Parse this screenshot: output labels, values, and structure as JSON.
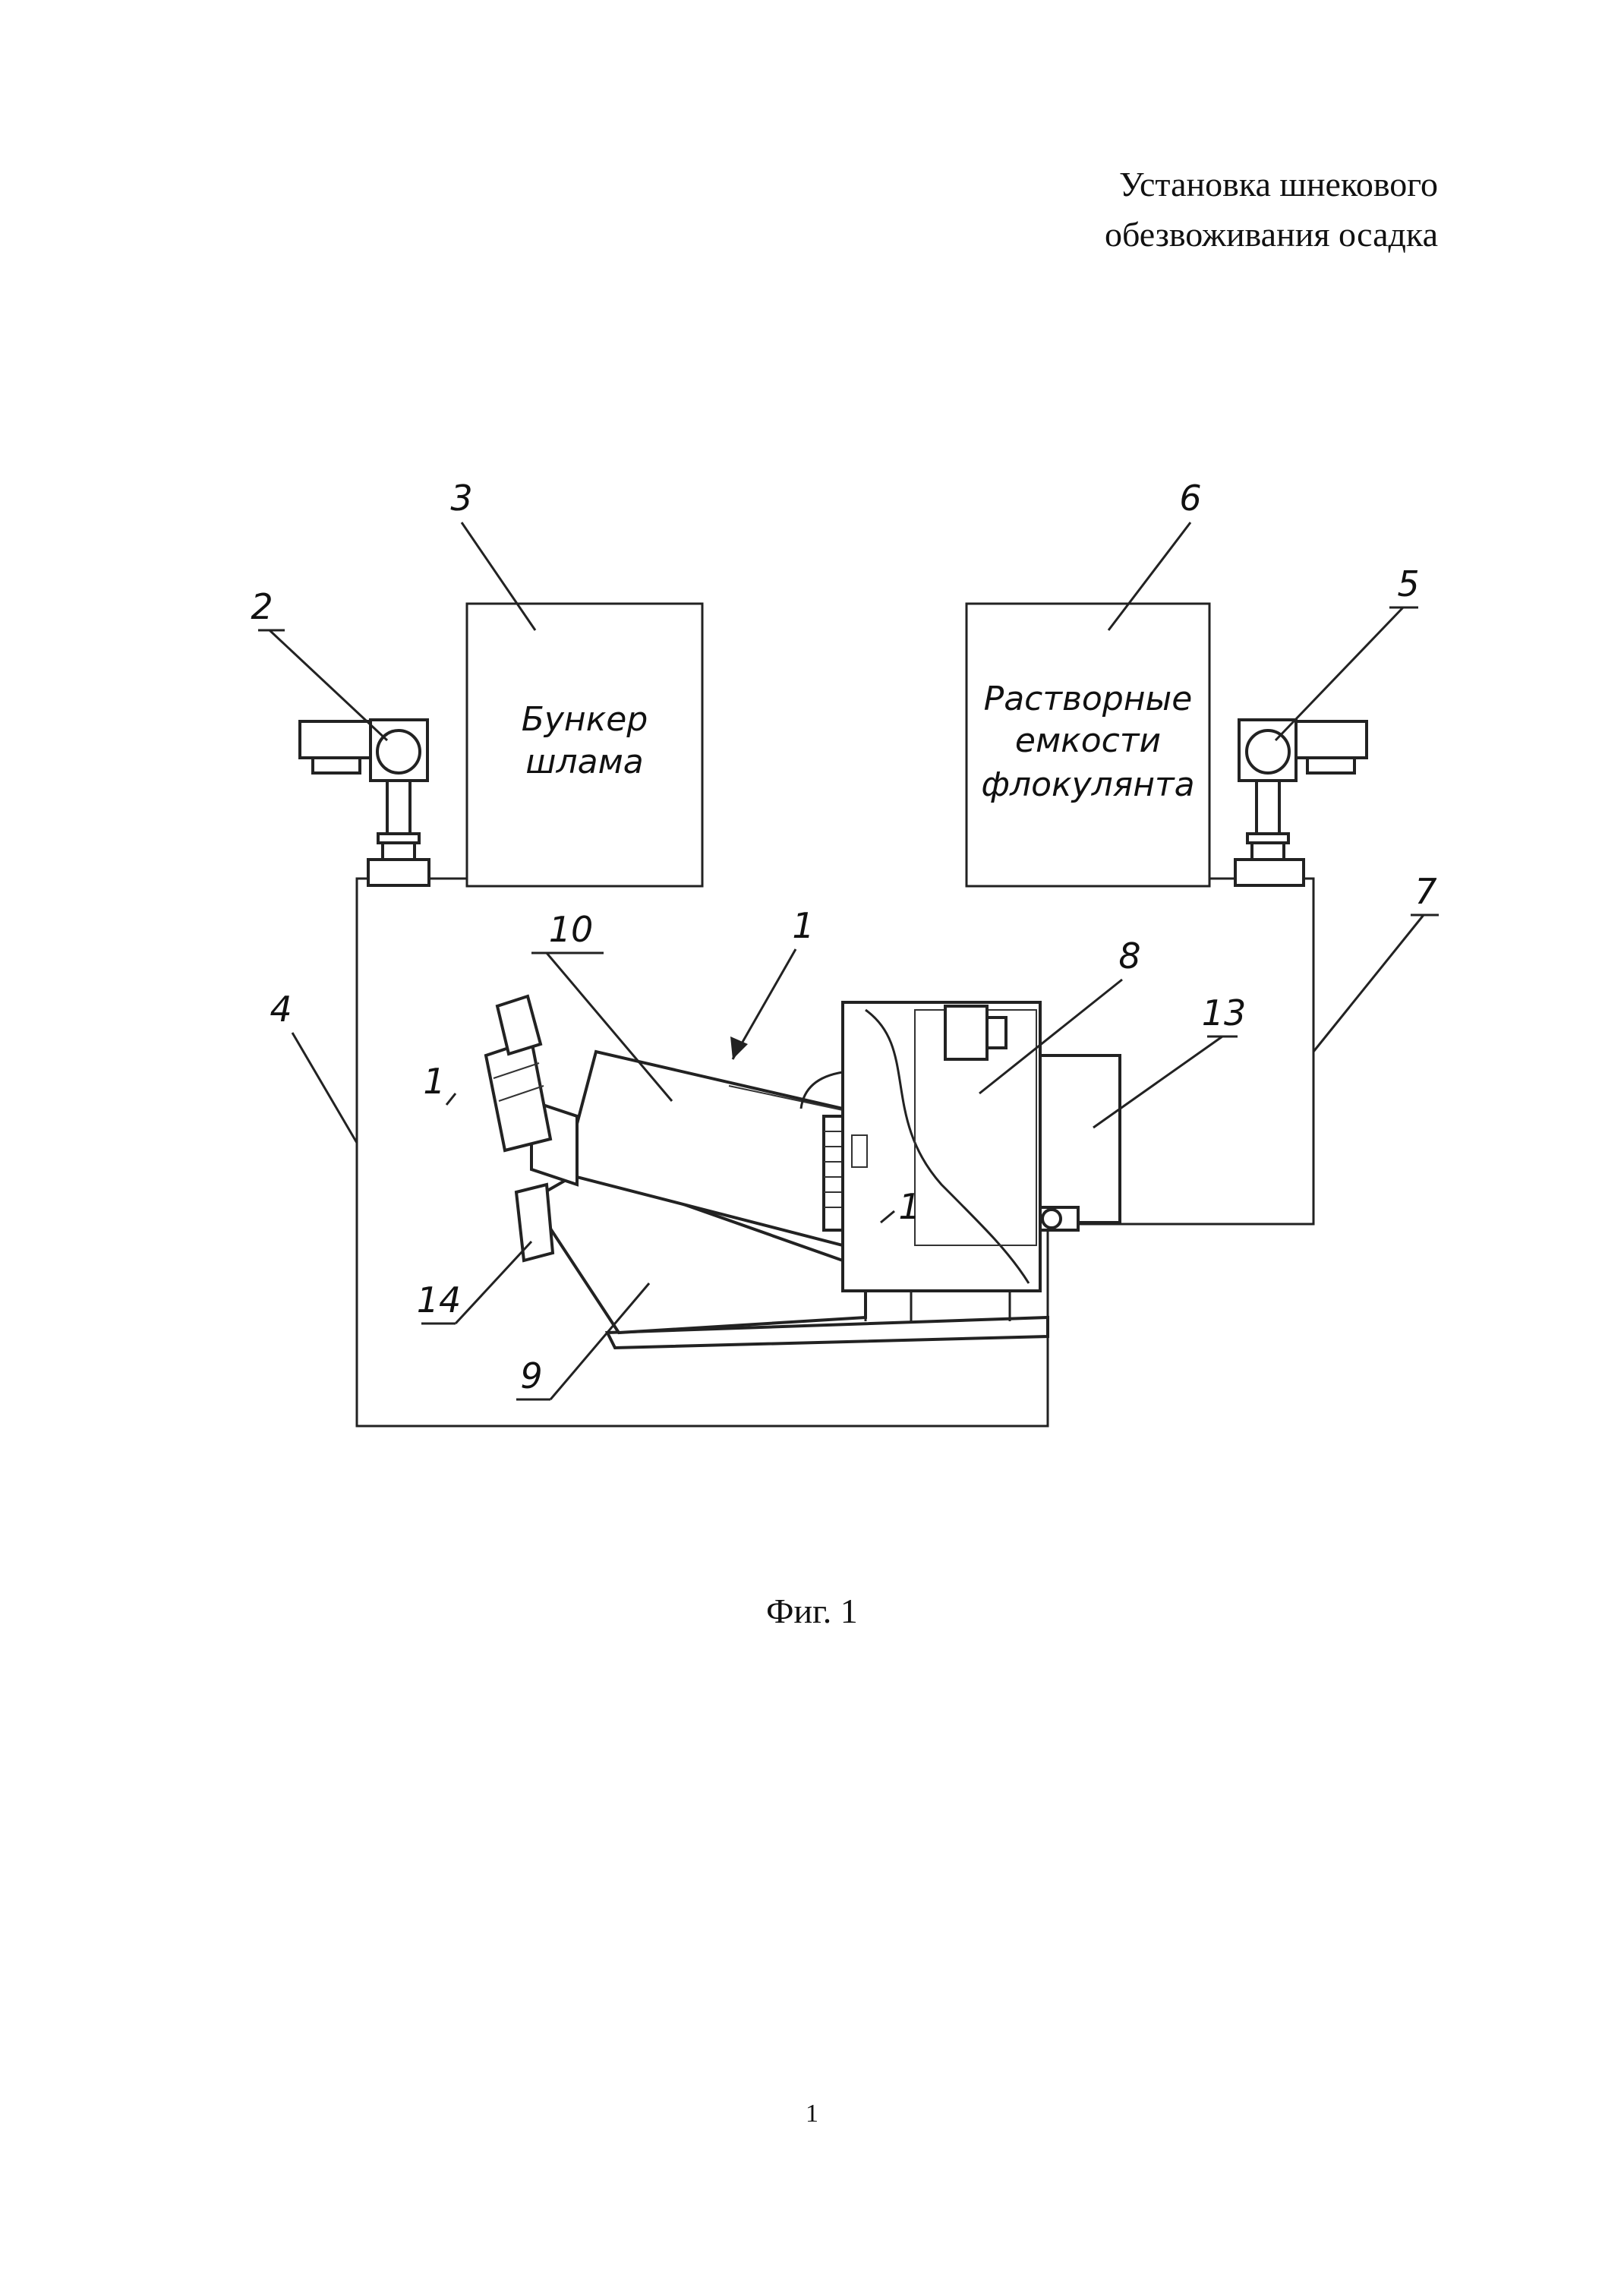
{
  "document": {
    "title_line1": "Установка шнекового",
    "title_line2": "обезвоживания осадка",
    "caption": "Фиг. 1",
    "page_number": "1"
  },
  "diagram": {
    "boxes": {
      "hopper_line1": "Бункер",
      "hopper_line2": "шлама",
      "flocculant_line1": "Растворные",
      "flocculant_line2": "емкости",
      "flocculant_line3": "флокулянта"
    },
    "labels": {
      "l1": "1",
      "l2": "2",
      "l3": "3",
      "l4": "4",
      "l5": "5",
      "l6": "6",
      "l7": "7",
      "l8": "8",
      "l9": "9",
      "l10": "10",
      "l13": "13",
      "l14": "14",
      "l1a": "1",
      "l1b": "1"
    }
  }
}
